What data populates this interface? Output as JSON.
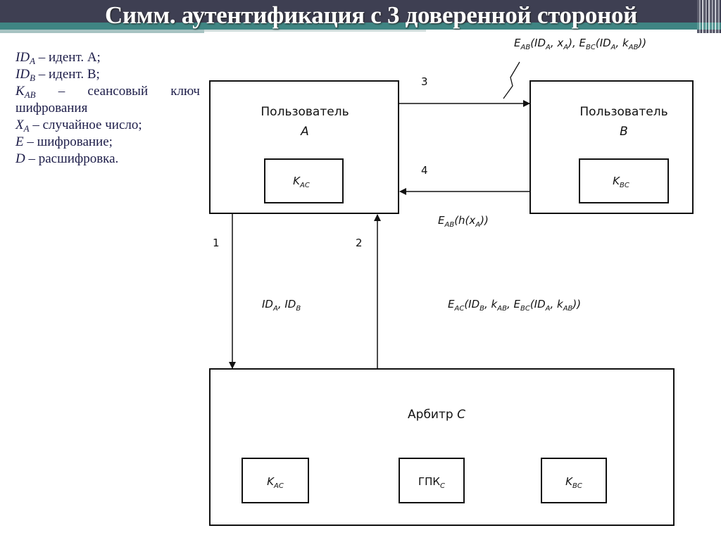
{
  "title": "Симм. аутентификация с 3 доверенной стороной",
  "colors": {
    "title_band": "#3e3f52",
    "title_accent": "#3f8583",
    "legend_text": "#1c1c48",
    "diagram_stroke": "#111111"
  },
  "legend": [
    {
      "sym": "ID",
      "sub": "A",
      "text": " – идент.  A;"
    },
    {
      "sym": "ID",
      "sub": "B",
      "text": " – идент. B;"
    },
    {
      "sym": "K",
      "sub": "AB",
      "text": " – сеансовый ключ"
    },
    {
      "sym": "",
      "sub": "",
      "text": "шифрования"
    },
    {
      "sym": "X",
      "sub": "A",
      "text": " – случайное число;"
    },
    {
      "sym": "E",
      "sub": "",
      "text": " – шифрование;"
    },
    {
      "sym": "D",
      "sub": "",
      "text": " – расшифровка."
    }
  ],
  "nodes": {
    "user_a": {
      "label": "Пользователь",
      "letter": "A",
      "key": {
        "main": "K",
        "sub": "AC"
      }
    },
    "user_b": {
      "label": "Пользователь",
      "letter": "B",
      "key": {
        "main": "K",
        "sub": "BC"
      }
    },
    "arbiter": {
      "label": "Арбитр",
      "letter": "C",
      "keys": [
        {
          "main": "K",
          "sub": "AC"
        },
        {
          "main": "ГПК",
          "sub": "C"
        },
        {
          "main": "K",
          "sub": "BC"
        }
      ]
    }
  },
  "edges": [
    {
      "step": "1",
      "from": "user_a",
      "to": "arbiter"
    },
    {
      "step": "2",
      "from": "arbiter",
      "to": "user_a"
    },
    {
      "step": "3",
      "from": "user_a",
      "to": "user_b"
    },
    {
      "step": "4",
      "from": "user_b",
      "to": "user_a"
    }
  ],
  "messages": {
    "m1": {
      "p1": "ID",
      "s1": "A",
      "p2": ", ID",
      "s2": "B"
    },
    "m2": {
      "t": "E",
      "s1": "AC",
      "t2": "(ID",
      "s2": "B",
      "t3": ", k",
      "s3": "AB",
      "t4": ", E",
      "s4": "BC",
      "t5": "(ID",
      "s5": "A",
      "t6": ", k",
      "s6": "AB",
      "t7": "))"
    },
    "m3": {
      "t": "E",
      "s1": "AB",
      "t2": "(ID",
      "s2": "A",
      "t3": ", x",
      "s3": "A",
      "t4": "), E",
      "s4": "BC",
      "t5": "(ID",
      "s5": "A",
      "t6": ", k",
      "s6": "AB",
      "t7": "))"
    },
    "m4": {
      "t": "E",
      "s1": "AB",
      "t2": "(h(x",
      "s2": "A",
      "t3": "))"
    }
  }
}
